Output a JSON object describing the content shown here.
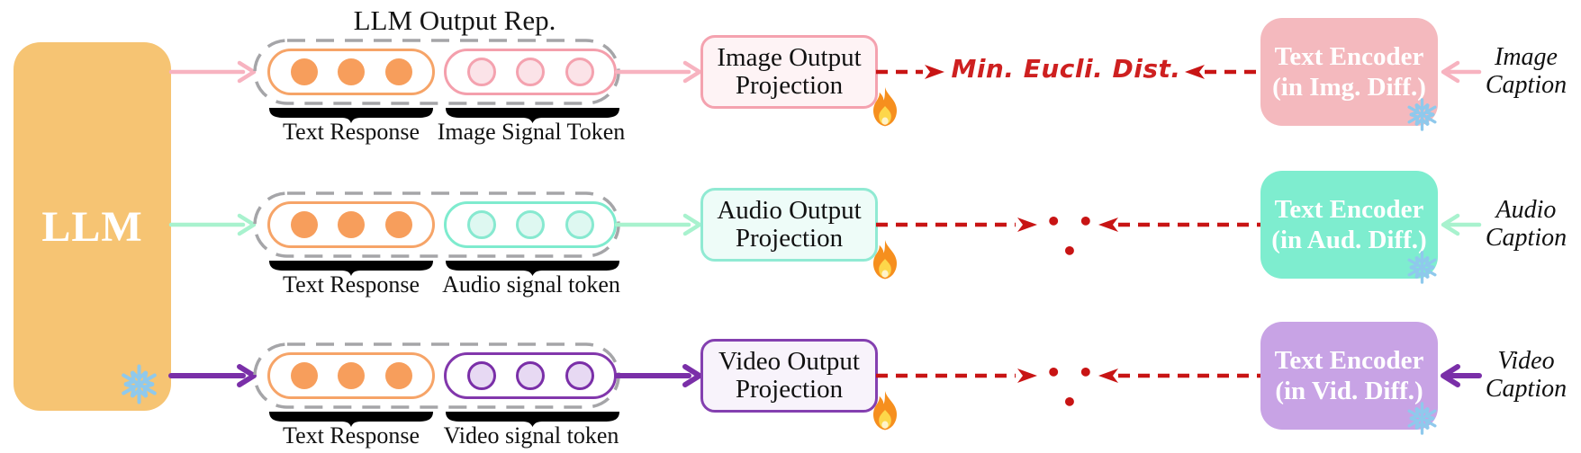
{
  "title": "LLM Output Rep.",
  "llm": {
    "label": "LLM",
    "bg": "#F6C473"
  },
  "colors": {
    "red_arrow": "#C81414",
    "min_dist_text": "#CE2020",
    "container_dash": "#A5A5A8",
    "text_response_border": "#F6A468",
    "text_response_dot": "#F79E5C",
    "snowflake_blue": "#8FC9EC"
  },
  "rows": [
    {
      "modality": "image",
      "text_response_label": "Text Response",
      "signal_label": "Image Signal Token",
      "projection_line1": "Image Output",
      "projection_line2": "Projection",
      "middle_label": "Min. Eucli. Dist.",
      "encoder_line1": "Text Encoder",
      "encoder_line2": "(in Img. Diff.)",
      "caption_line1": "Image",
      "caption_line2": "Caption",
      "arrow_color": "#F7B3C0",
      "capsule_border": "#F49FAC",
      "token_fill": "#FBE3E8",
      "token_border": "#F4A2AF",
      "proj_border": "#F4A2AF",
      "proj_bg": "#FEF3F5",
      "encoder_bg": "#F4B9BE"
    },
    {
      "modality": "audio",
      "text_response_label": "Text Response",
      "signal_label": "Audio signal token",
      "projection_line1": "Audio Output",
      "projection_line2": "Projection",
      "middle_dots": "• • •",
      "encoder_line1": "Text Encoder",
      "encoder_line2": "(in Aud. Diff.)",
      "caption_line1": "Audio",
      "caption_line2": "Caption",
      "arrow_color": "#A8F2CE",
      "capsule_border": "#7EEBCE",
      "token_fill": "#DEF8F1",
      "token_border": "#87E9D0",
      "proj_border": "#90EAD3",
      "proj_bg": "#EEFCF8",
      "encoder_bg": "#7EEDCF"
    },
    {
      "modality": "video",
      "text_response_label": "Text Response",
      "signal_label": "Video signal token",
      "projection_line1": "Video Output",
      "projection_line2": "Projection",
      "middle_dots": "• • •",
      "encoder_line1": "Text Encoder",
      "encoder_line2": "(in Vid. Diff.)",
      "caption_line1": "Video",
      "caption_line2": "Caption",
      "arrow_color": "#7A2FA8",
      "capsule_border": "#8237AC",
      "token_fill": "#E7D9F3",
      "token_border": "#7A2FA8",
      "proj_border": "#8440B0",
      "proj_bg": "#F8F3FB",
      "encoder_bg": "#C8A3E5"
    }
  ]
}
